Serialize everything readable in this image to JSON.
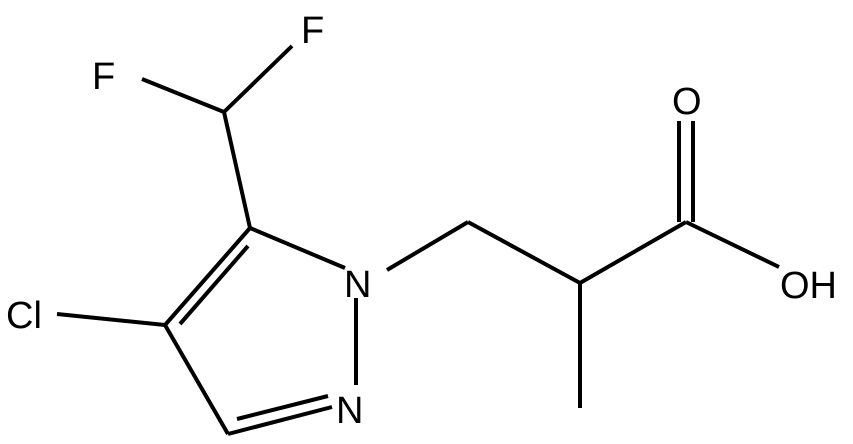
{
  "molecule": {
    "atom_labels": {
      "f_top": "F",
      "f_left": "F",
      "o_carbonyl": "O",
      "oh": "OH",
      "n1": "N",
      "n2": "N",
      "cl": "Cl"
    },
    "colors": {
      "bond": "#000000",
      "text": "#000000",
      "background": "#ffffff"
    }
  }
}
